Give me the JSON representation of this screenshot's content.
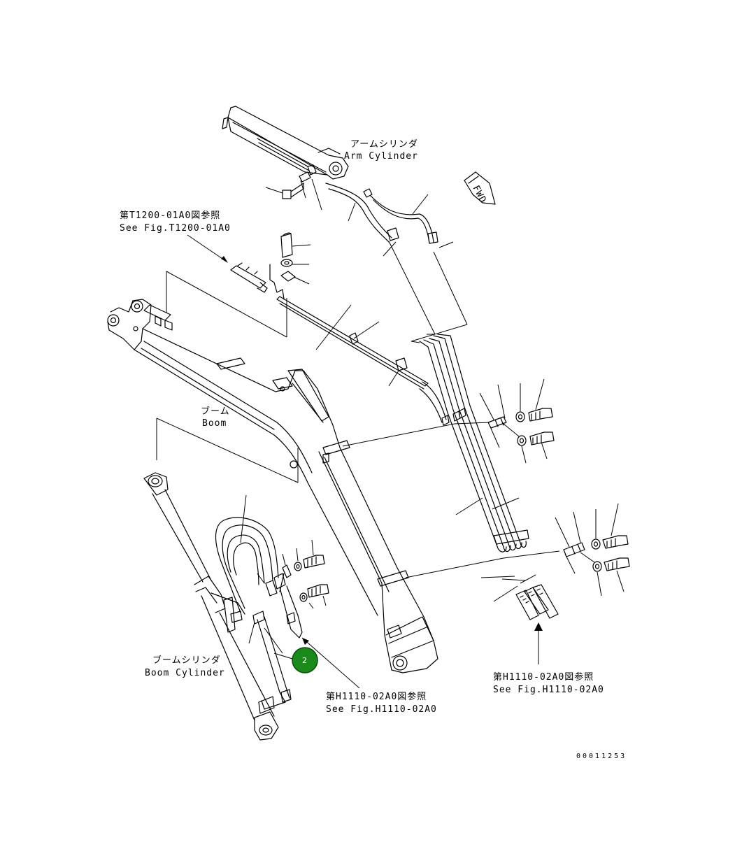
{
  "labels": {
    "arm_cylinder_jp": "アームシリンダ",
    "arm_cylinder_en": "Arm Cylinder",
    "fwd": "FWD",
    "ref_t1200_jp": "第T1200-01A0図参照",
    "ref_t1200_en": "See Fig.T1200-01A0",
    "boom_jp": "ブーム",
    "boom_en": "Boom",
    "boom_cylinder_jp": "ブームシリンダ",
    "boom_cylinder_en": "Boom Cylinder",
    "ref_h1110_left_jp": "第H1110-02A0図参照",
    "ref_h1110_left_en": "See Fig.H1110-02A0",
    "ref_h1110_right_jp": "第H1110-02A0図参照",
    "ref_h1110_right_en": "See Fig.H1110-02A0",
    "drawing_number": "00011253"
  },
  "callout": {
    "number": "2",
    "color": "#1a8a1a"
  },
  "colors": {
    "line": "#000000",
    "background": "#ffffff"
  }
}
